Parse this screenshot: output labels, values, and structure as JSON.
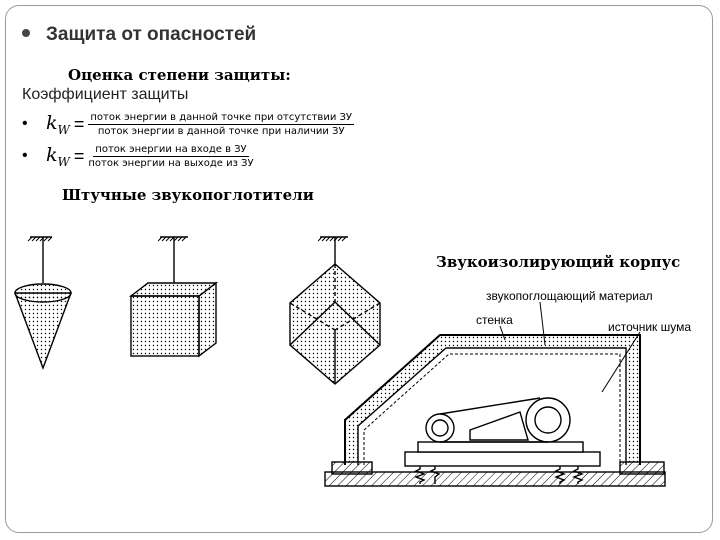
{
  "title": "Защита от опасностей",
  "section": "Оценка степени защиты:",
  "coef_label": "Коэффициент защиты",
  "formulas": [
    {
      "bullet": "•",
      "symbol": "k",
      "sub": "W",
      "eq": "=",
      "numerator": "поток энергии в данной точке при отсутствии ЗУ",
      "denominator": "поток энергии в данной точке при наличии ЗУ"
    },
    {
      "bullet": "•",
      "symbol": "k",
      "sub": "W",
      "eq": "=",
      "numerator": "поток энергии на входе в ЗУ",
      "denominator": "поток энергии на выходе из ЗУ"
    }
  ],
  "absorbers_title": "Штучные звукопоглотители",
  "housing_title": "Звукоизолирующий корпус",
  "labels": {
    "material": "звукопоглощающий материал",
    "wall": "стенка",
    "source": "источник шума"
  }
}
